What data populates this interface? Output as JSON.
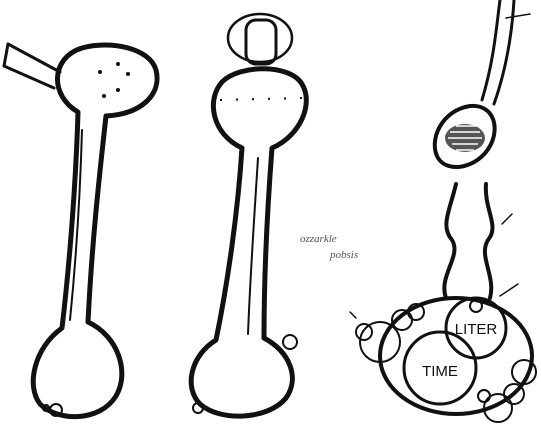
{
  "figure": {
    "labels": {
      "liter": "LITER",
      "time": "TIME"
    },
    "faint_text": {
      "line1": "ozzarkle",
      "line2": "pobsis"
    },
    "icons": [
      "flask-icon",
      "flask-icon",
      "blister-pipe-icon"
    ]
  }
}
